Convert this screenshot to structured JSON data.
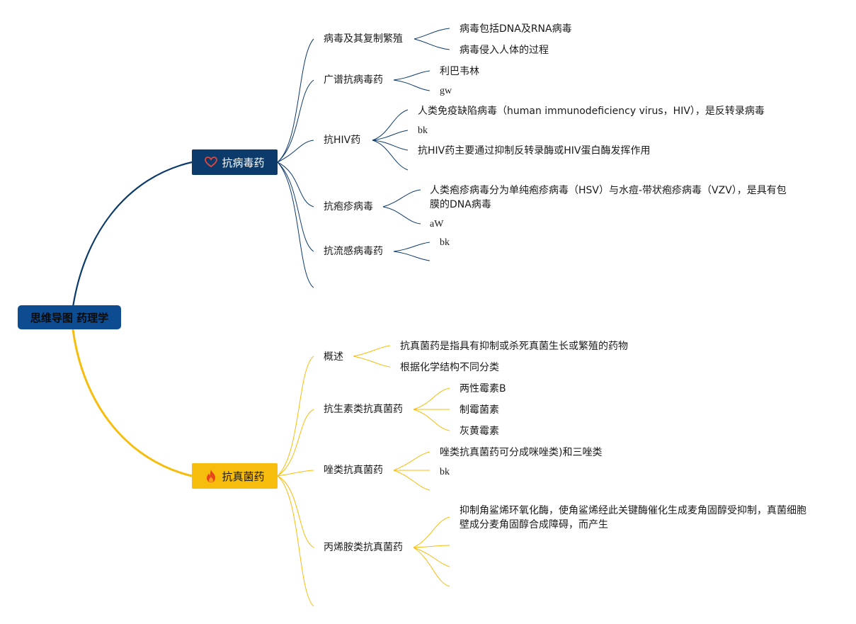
{
  "root": "思维导图 药理学",
  "colors": {
    "blue": "#0c3a6a",
    "yellow": "#f7bd0d",
    "root": "#0e4c92"
  },
  "branches": [
    {
      "title": "抗病毒药",
      "icon": "heart-icon",
      "children": [
        {
          "label": "病毒及其复制繁殖",
          "items": [
            "病毒包括DNA及RNA病毒",
            "病毒侵入人体的过程"
          ]
        },
        {
          "label": "广谱抗病毒药",
          "items": [
            "利巴韦林",
            "gw"
          ]
        },
        {
          "label": "抗HIV药",
          "items": [
            "人类免疫缺陷病毒（human immunodeficiency virus，HIV），是反转录病毒",
            "bk",
            "抗HIV药主要通过抑制反转录酶或HIV蛋白酶发挥作用",
            ""
          ]
        },
        {
          "label": "抗疱疹病毒",
          "items": [
            "人类疱疹病毒分为单纯疱疹病毒（HSV）与水痘-带状疱疹病毒（VZV），是具有包膜的DNA病毒",
            "aW"
          ]
        },
        {
          "label": "抗流感病毒药",
          "items": [
            "bk",
            ""
          ]
        }
      ]
    },
    {
      "title": "抗真菌药",
      "icon": "fire-icon",
      "children": [
        {
          "label": "概述",
          "items": [
            "抗真菌药是指具有抑制或杀死真菌生长或繁殖的药物",
            "根据化学结构不同分类"
          ]
        },
        {
          "label": "抗生素类抗真菌药",
          "items": [
            "两性霉素B",
            "制霉菌素",
            "灰黄霉素"
          ]
        },
        {
          "label": "唑类抗真菌药",
          "items": [
            "唑类抗真菌药可分成咪唑类)和三唑类",
            "bk",
            ""
          ]
        },
        {
          "label": "丙烯胺类抗真菌药",
          "items": [
            "抑制角鲨烯环氧化酶，使角鲨烯经此关键酶催化生成麦角固醇受抑制，真菌细胞壁成分麦角固醇合成障碍，而产生",
            "",
            "",
            ""
          ]
        }
      ]
    }
  ]
}
